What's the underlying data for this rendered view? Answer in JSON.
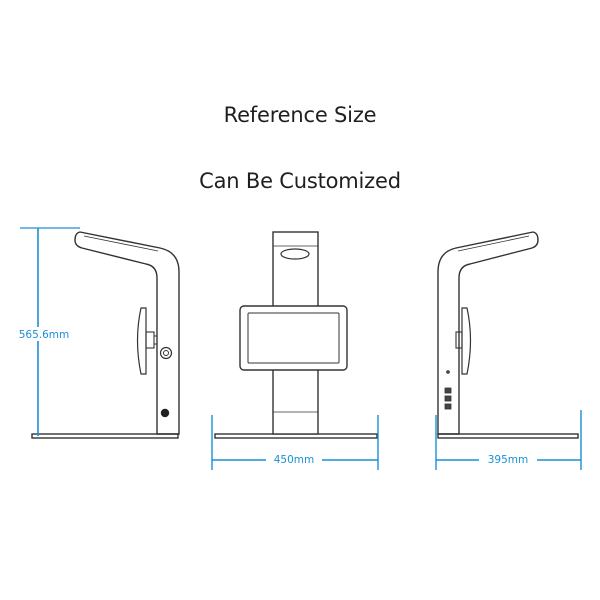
{
  "header": {
    "title": "Reference Size",
    "subtitle": "Can Be Customized"
  },
  "dimensions": {
    "height_label": "565.6mm",
    "width_label": "450mm",
    "depth_label": "395mm"
  },
  "colors": {
    "dimension": "#1b8fd6",
    "line": "#333333",
    "heading": "#1f1f1f"
  }
}
